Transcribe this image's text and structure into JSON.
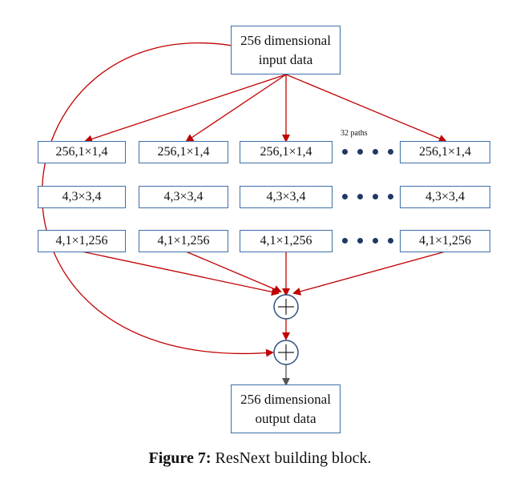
{
  "input_box": {
    "line1": "256 dimensional",
    "line2": "input data"
  },
  "output_box": {
    "line1": "256 dimensional",
    "line2": "output data"
  },
  "paths_label": "32 paths",
  "rows": [
    [
      "256,1×1,4",
      "256,1×1,4",
      "256,1×1,4",
      "256,1×1,4"
    ],
    [
      "4,3×3,4",
      "4,3×3,4",
      "4,3×3,4",
      "4,3×3,4"
    ],
    [
      "4,1×1,256",
      "4,1×1,256",
      "4,1×1,256",
      "4,1×1,256"
    ]
  ],
  "sum_symbol": "+",
  "caption": {
    "bold": "Figure 7:",
    "text": " ResNext building block."
  },
  "colors": {
    "arrow_red": "#c00000",
    "arrow_gray": "#555555",
    "box_border": "#3e6fa8",
    "dots": "#1f3864"
  }
}
